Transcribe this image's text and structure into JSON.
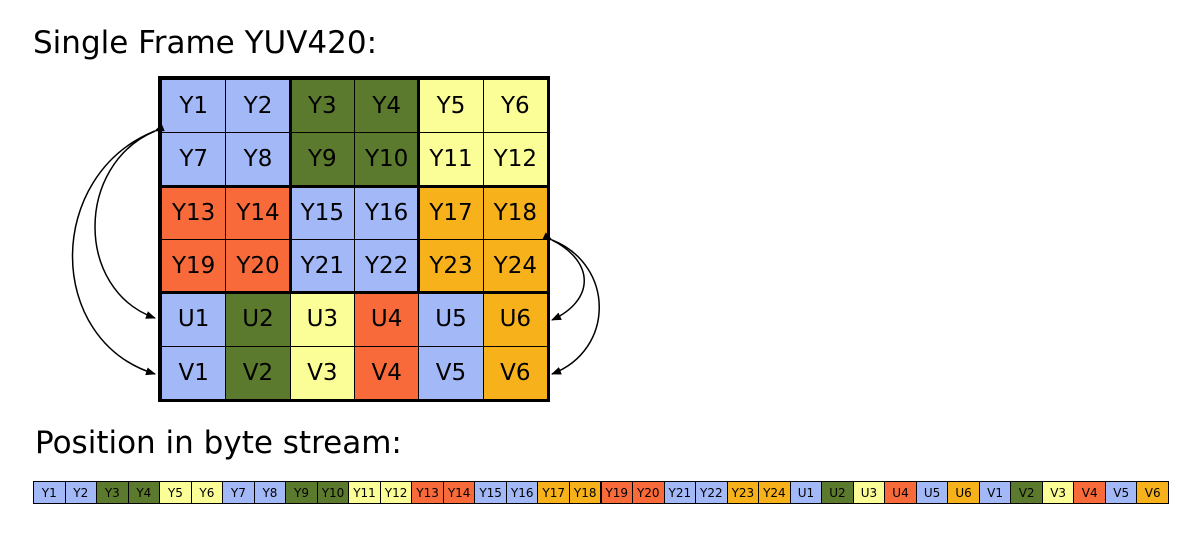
{
  "titles": {
    "frame": "Single Frame YUV420:",
    "stream": "Position in byte stream:"
  },
  "colors": {
    "blue": "#a3b8f7",
    "green": "#5c7a2e",
    "yellow": "#fbfd96",
    "red": "#f86a3a",
    "orange": "#f7b21b"
  },
  "frame": {
    "rows": [
      [
        {
          "label": "Y1",
          "color": "blue"
        },
        {
          "label": "Y2",
          "color": "blue"
        },
        {
          "label": "Y3",
          "color": "green"
        },
        {
          "label": "Y4",
          "color": "green"
        },
        {
          "label": "Y5",
          "color": "yellow"
        },
        {
          "label": "Y6",
          "color": "yellow"
        }
      ],
      [
        {
          "label": "Y7",
          "color": "blue"
        },
        {
          "label": "Y8",
          "color": "blue"
        },
        {
          "label": "Y9",
          "color": "green"
        },
        {
          "label": "Y10",
          "color": "green"
        },
        {
          "label": "Y11",
          "color": "yellow"
        },
        {
          "label": "Y12",
          "color": "yellow"
        }
      ],
      [
        {
          "label": "Y13",
          "color": "red"
        },
        {
          "label": "Y14",
          "color": "red"
        },
        {
          "label": "Y15",
          "color": "blue"
        },
        {
          "label": "Y16",
          "color": "blue"
        },
        {
          "label": "Y17",
          "color": "orange"
        },
        {
          "label": "Y18",
          "color": "orange"
        }
      ],
      [
        {
          "label": "Y19",
          "color": "red"
        },
        {
          "label": "Y20",
          "color": "red"
        },
        {
          "label": "Y21",
          "color": "blue"
        },
        {
          "label": "Y22",
          "color": "blue"
        },
        {
          "label": "Y23",
          "color": "orange"
        },
        {
          "label": "Y24",
          "color": "orange"
        }
      ],
      [
        {
          "label": "U1",
          "color": "blue"
        },
        {
          "label": "U2",
          "color": "green"
        },
        {
          "label": "U3",
          "color": "yellow"
        },
        {
          "label": "U4",
          "color": "red"
        },
        {
          "label": "U5",
          "color": "blue"
        },
        {
          "label": "U6",
          "color": "orange"
        }
      ],
      [
        {
          "label": "V1",
          "color": "blue"
        },
        {
          "label": "V2",
          "color": "green"
        },
        {
          "label": "V3",
          "color": "yellow"
        },
        {
          "label": "V4",
          "color": "red"
        },
        {
          "label": "V5",
          "color": "blue"
        },
        {
          "label": "V6",
          "color": "orange"
        }
      ]
    ]
  },
  "stream": [
    {
      "label": "Y1",
      "color": "blue"
    },
    {
      "label": "Y2",
      "color": "blue"
    },
    {
      "label": "Y3",
      "color": "green"
    },
    {
      "label": "Y4",
      "color": "green"
    },
    {
      "label": "Y5",
      "color": "yellow"
    },
    {
      "label": "Y6",
      "color": "yellow"
    },
    {
      "label": "Y7",
      "color": "blue"
    },
    {
      "label": "Y8",
      "color": "blue"
    },
    {
      "label": "Y9",
      "color": "green"
    },
    {
      "label": "Y10",
      "color": "green"
    },
    {
      "label": "Y11",
      "color": "yellow"
    },
    {
      "label": "Y12",
      "color": "yellow"
    },
    {
      "label": "Y13",
      "color": "red"
    },
    {
      "label": "Y14",
      "color": "red"
    },
    {
      "label": "Y15",
      "color": "blue"
    },
    {
      "label": "Y16",
      "color": "blue"
    },
    {
      "label": "Y17",
      "color": "orange"
    },
    {
      "label": "Y18",
      "color": "orange"
    },
    {
      "label": "Y19",
      "color": "red"
    },
    {
      "label": "Y20",
      "color": "red"
    },
    {
      "label": "Y21",
      "color": "blue"
    },
    {
      "label": "Y22",
      "color": "blue"
    },
    {
      "label": "Y23",
      "color": "orange"
    },
    {
      "label": "Y24",
      "color": "orange"
    },
    {
      "label": "U1",
      "color": "blue"
    },
    {
      "label": "U2",
      "color": "green"
    },
    {
      "label": "U3",
      "color": "yellow"
    },
    {
      "label": "U4",
      "color": "red"
    },
    {
      "label": "U5",
      "color": "blue"
    },
    {
      "label": "U6",
      "color": "orange"
    },
    {
      "label": "V1",
      "color": "blue"
    },
    {
      "label": "V2",
      "color": "green"
    },
    {
      "label": "V3",
      "color": "yellow"
    },
    {
      "label": "V4",
      "color": "red"
    },
    {
      "label": "V5",
      "color": "blue"
    },
    {
      "label": "V6",
      "color": "orange"
    }
  ]
}
